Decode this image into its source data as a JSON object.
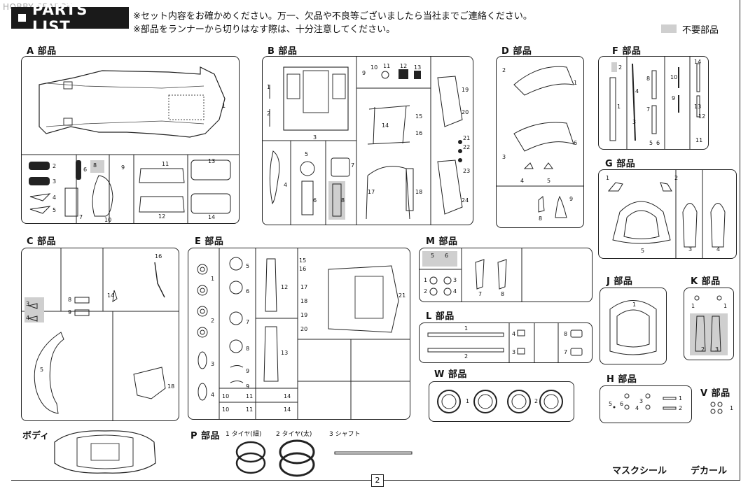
{
  "watermark": "HOBBY SEARCH",
  "header": {
    "title": "PARTS LIST",
    "notice1": "※セット内容をお確かめください。万一、欠品や不良等ございましたら当社までご連絡ください。",
    "notice2": "※部品をランナーから切りはなす際は、十分注意してください。",
    "legend": "不要部品"
  },
  "groups": {
    "A": "A 部品",
    "B": "B 部品",
    "C": "C 部品",
    "D": "D 部品",
    "E": "E 部品",
    "F": "F 部品",
    "G": "G 部品",
    "H": "H 部品",
    "J": "J 部品",
    "K": "K 部品",
    "L": "L 部品",
    "M": "M 部品",
    "P": "P 部品",
    "V": "V 部品",
    "W": "W 部品"
  },
  "body_label": "ボディ",
  "p_items": {
    "tire_thin": "1 タイヤ(細)",
    "tire_thick": "2 タイヤ(太)",
    "shaft": "3 シャフト"
  },
  "footer": {
    "mask_seal": "マスクシール",
    "decal": "デカール",
    "page": "2"
  },
  "numbers": {
    "A": [
      "1",
      "2",
      "3",
      "4",
      "5",
      "6",
      "7",
      "8",
      "9",
      "10",
      "11",
      "12",
      "13",
      "14"
    ],
    "B": [
      "1",
      "2",
      "3",
      "4",
      "5",
      "6",
      "7",
      "8",
      "9",
      "10",
      "11",
      "12",
      "13",
      "14",
      "15",
      "16",
      "17",
      "18",
      "19",
      "20",
      "21",
      "22",
      "23",
      "24"
    ],
    "C": [
      "3",
      "4",
      "5",
      "8",
      "9",
      "14",
      "16",
      "18"
    ],
    "D": [
      "1",
      "2",
      "3",
      "4",
      "5",
      "6",
      "8",
      "9"
    ],
    "E": [
      "1",
      "2",
      "3",
      "4",
      "5",
      "6",
      "7",
      "8",
      "9",
      "9",
      "10",
      "11",
      "10",
      "11",
      "12",
      "13",
      "14",
      "14",
      "15",
      "16",
      "17",
      "18",
      "19",
      "20",
      "21"
    ],
    "F": [
      "1",
      "2",
      "3",
      "4",
      "5",
      "6",
      "7",
      "8",
      "9",
      "10",
      "11",
      "12",
      "13",
      "14"
    ],
    "G": [
      "1",
      "2",
      "3",
      "4",
      "5"
    ],
    "H": [
      "1",
      "2",
      "3",
      "4",
      "5",
      "6"
    ],
    "J": [
      "1"
    ],
    "K": [
      "1",
      "1",
      "2",
      "3"
    ],
    "L": [
      "1",
      "2",
      "3",
      "4",
      "7",
      "8"
    ],
    "M": [
      "1",
      "2",
      "3",
      "4",
      "5",
      "6",
      "7",
      "8"
    ],
    "V": [
      "1"
    ],
    "W": [
      "1",
      "2"
    ]
  },
  "colors": {
    "ink": "#111111",
    "shade": "#cfcfcf",
    "title_bg": "#1a1a1a"
  }
}
